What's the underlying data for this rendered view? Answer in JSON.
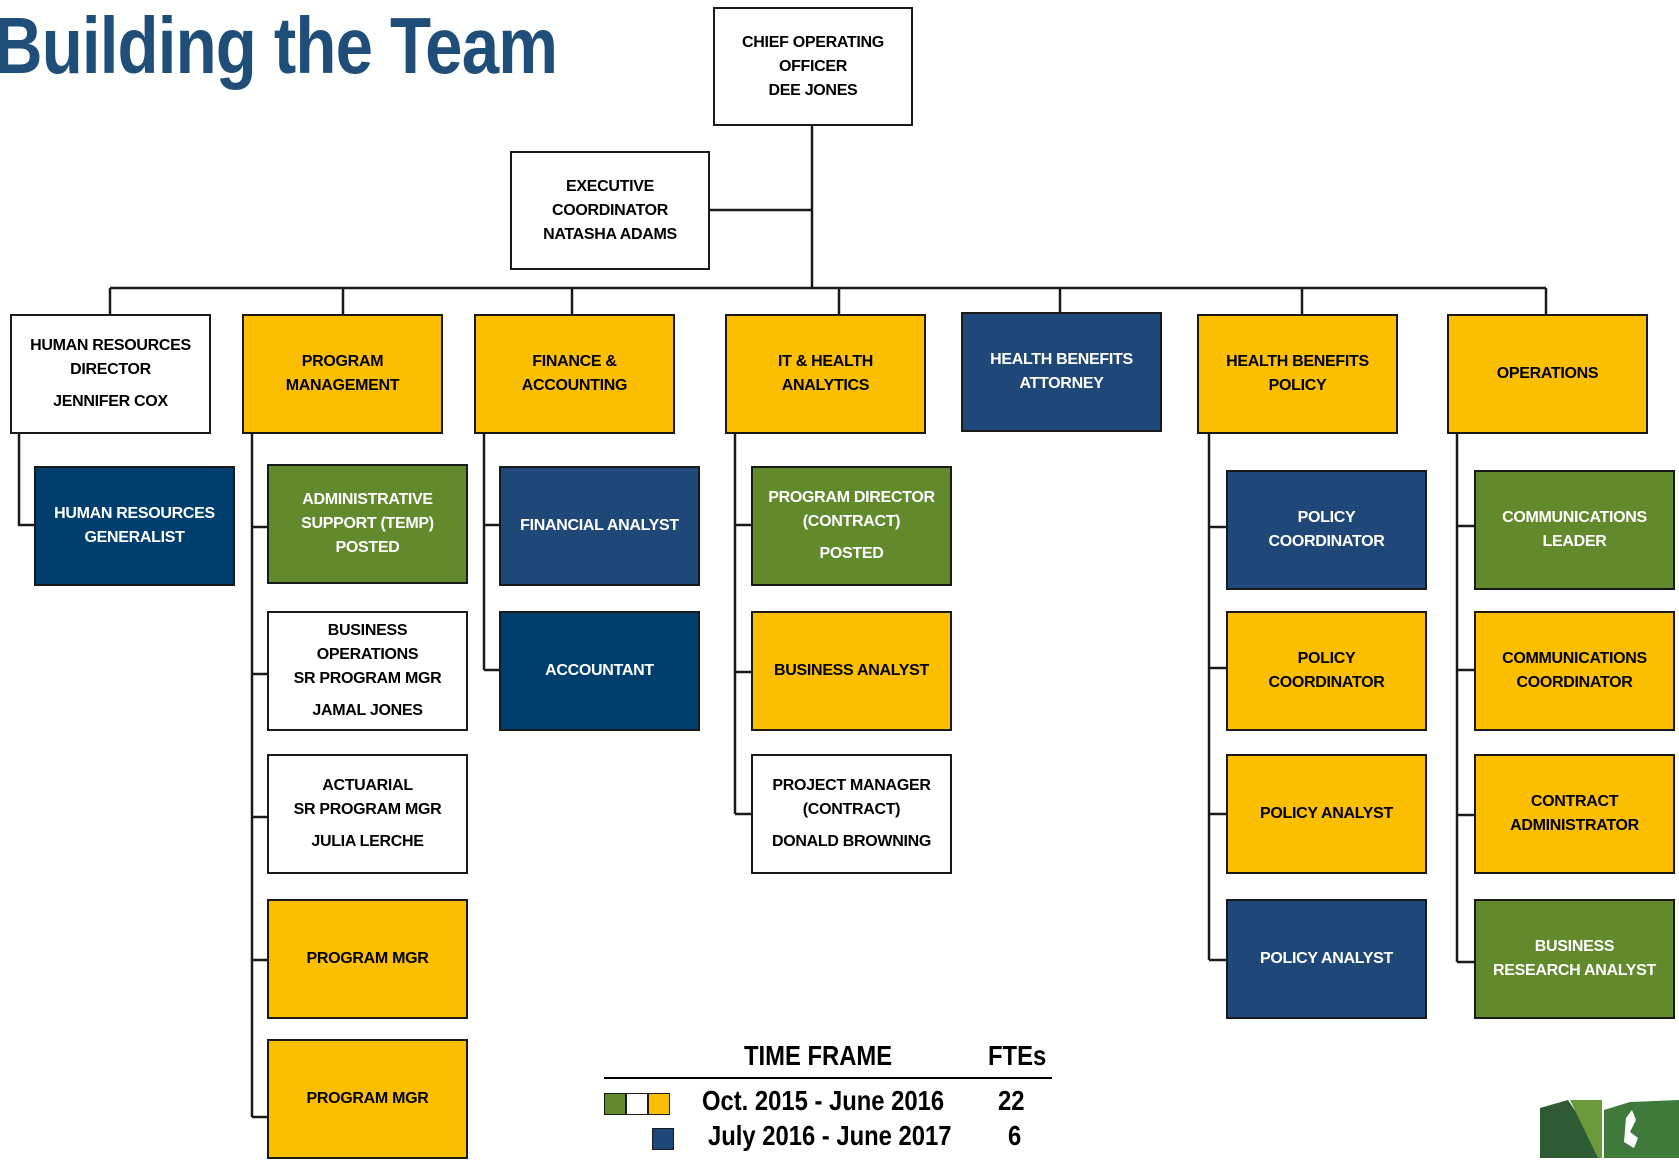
{
  "title": "Building the Team",
  "colors": {
    "white": "#ffffff",
    "yellow": "#fcbf00",
    "blue": "#1f4879",
    "navy": "#003e6e",
    "green": "#62892b"
  },
  "coo": [
    "CHIEF OPERATING",
    "OFFICER",
    "DEE JONES"
  ],
  "exec_coordinator": [
    "EXECUTIVE",
    "COORDINATOR",
    "NATASHA ADAMS"
  ],
  "departments": [
    {
      "lines": [
        "HUMAN RESOURCES",
        "DIRECTOR",
        "JENNIFER COX"
      ],
      "color": "white"
    },
    {
      "lines": [
        "PROGRAM",
        "MANAGEMENT"
      ],
      "color": "yellow"
    },
    {
      "lines": [
        "FINANCE &",
        "ACCOUNTING"
      ],
      "color": "yellow"
    },
    {
      "lines": [
        "IT & HEALTH",
        "ANALYTICS"
      ],
      "color": "yellow"
    },
    {
      "lines": [
        "HEALTH BENEFITS",
        "ATTORNEY"
      ],
      "color": "blue"
    },
    {
      "lines": [
        "HEALTH BENEFITS",
        "POLICY"
      ],
      "color": "yellow"
    },
    {
      "lines": [
        "OPERATIONS"
      ],
      "color": "yellow"
    }
  ],
  "staff": {
    "hr": [
      {
        "lines": [
          "HUMAN RESOURCES",
          "GENERALIST"
        ],
        "color": "navy"
      }
    ],
    "program_management": [
      {
        "lines": [
          "ADMINISTRATIVE",
          "SUPPORT (TEMP)",
          "POSTED"
        ],
        "color": "green"
      },
      {
        "lines": [
          "BUSINESS",
          "OPERATIONS",
          "SR PROGRAM MGR",
          "JAMAL JONES"
        ],
        "color": "white"
      },
      {
        "lines": [
          "ACTUARIAL",
          "SR PROGRAM MGR",
          "JULIA LERCHE"
        ],
        "color": "white"
      },
      {
        "lines": [
          "PROGRAM MGR"
        ],
        "color": "yellow"
      },
      {
        "lines": [
          "PROGRAM MGR"
        ],
        "color": "yellow"
      }
    ],
    "finance": [
      {
        "lines": [
          "FINANCIAL ANALYST"
        ],
        "color": "blue"
      },
      {
        "lines": [
          "ACCOUNTANT"
        ],
        "color": "navy"
      }
    ],
    "it": [
      {
        "lines": [
          "PROGRAM DIRECTOR",
          "(CONTRACT)",
          "POSTED"
        ],
        "color": "green"
      },
      {
        "lines": [
          "BUSINESS ANALYST"
        ],
        "color": "yellow"
      },
      {
        "lines": [
          "PROJECT MANAGER",
          "(CONTRACT)",
          "DONALD BROWNING"
        ],
        "color": "white"
      }
    ],
    "policy": [
      {
        "lines": [
          "POLICY",
          "COORDINATOR"
        ],
        "color": "blue"
      },
      {
        "lines": [
          "POLICY",
          "COORDINATOR"
        ],
        "color": "yellow"
      },
      {
        "lines": [
          "POLICY ANALYST"
        ],
        "color": "yellow"
      },
      {
        "lines": [
          "POLICY ANALYST"
        ],
        "color": "blue"
      }
    ],
    "operations": [
      {
        "lines": [
          "COMMUNICATIONS",
          "LEADER"
        ],
        "color": "green"
      },
      {
        "lines": [
          "COMMUNICATIONS",
          "COORDINATOR"
        ],
        "color": "yellow"
      },
      {
        "lines": [
          "CONTRACT",
          "ADMINISTRATOR"
        ],
        "color": "yellow"
      },
      {
        "lines": [
          "BUSINESS",
          "RESEARCH ANALYST"
        ],
        "color": "green"
      }
    ]
  },
  "legend": {
    "header_timeframe": "TIME FRAME",
    "header_ftes": "FTEs",
    "rows": [
      {
        "timeframe": "Oct. 2015 - June 2016",
        "ftes": "22",
        "swatches": [
          "green",
          "white",
          "yellow"
        ]
      },
      {
        "timeframe": "July 2016 - June 2017",
        "ftes": "6",
        "swatches": [
          "blue"
        ]
      }
    ]
  }
}
